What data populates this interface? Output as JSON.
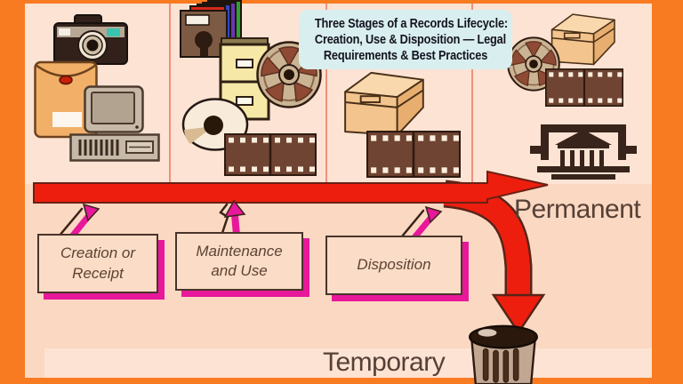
{
  "title": {
    "line1": "Three Stages of a Records Lifecycle:",
    "line2": "Creation, Use & Disposition — Legal",
    "line3": "Requirements & Best Practices"
  },
  "stages": [
    {
      "label": "Creation or Receipt"
    },
    {
      "label": "Maintenance and Use"
    },
    {
      "label": "Disposition"
    }
  ],
  "outcomes": {
    "permanent_label": "Permanent",
    "temporary_label": "Temporary"
  },
  "icons": {
    "section1": [
      "camera-icon",
      "envelope-icon",
      "desktop-monitor-icon",
      "computer-case-icon"
    ],
    "section2": [
      "floppy-disk-stack-icon",
      "filing-cabinet-icon",
      "film-reel-icon",
      "cd-icon",
      "film-strip-icon"
    ],
    "section3": [
      "storage-box-icon",
      "film-strip-icon"
    ],
    "section4": [
      "storage-box-icon",
      "film-reel-icon",
      "film-strip-icon",
      "archive-building-icon"
    ],
    "disposal": [
      "trash-can-icon"
    ]
  },
  "colors": {
    "frame": "#F87B22",
    "background": "#FBD8C2",
    "band_top": "#FCE3D4",
    "divider": "#F0907C",
    "arrow_red": "#EE1E0E",
    "arrow_outline": "#5A2418",
    "magenta_accent": "#E8189A",
    "box_border": "#4A342A",
    "text_brown": "#5C4334",
    "title_bg": "#D9EEEF",
    "title_text": "#13131F"
  }
}
